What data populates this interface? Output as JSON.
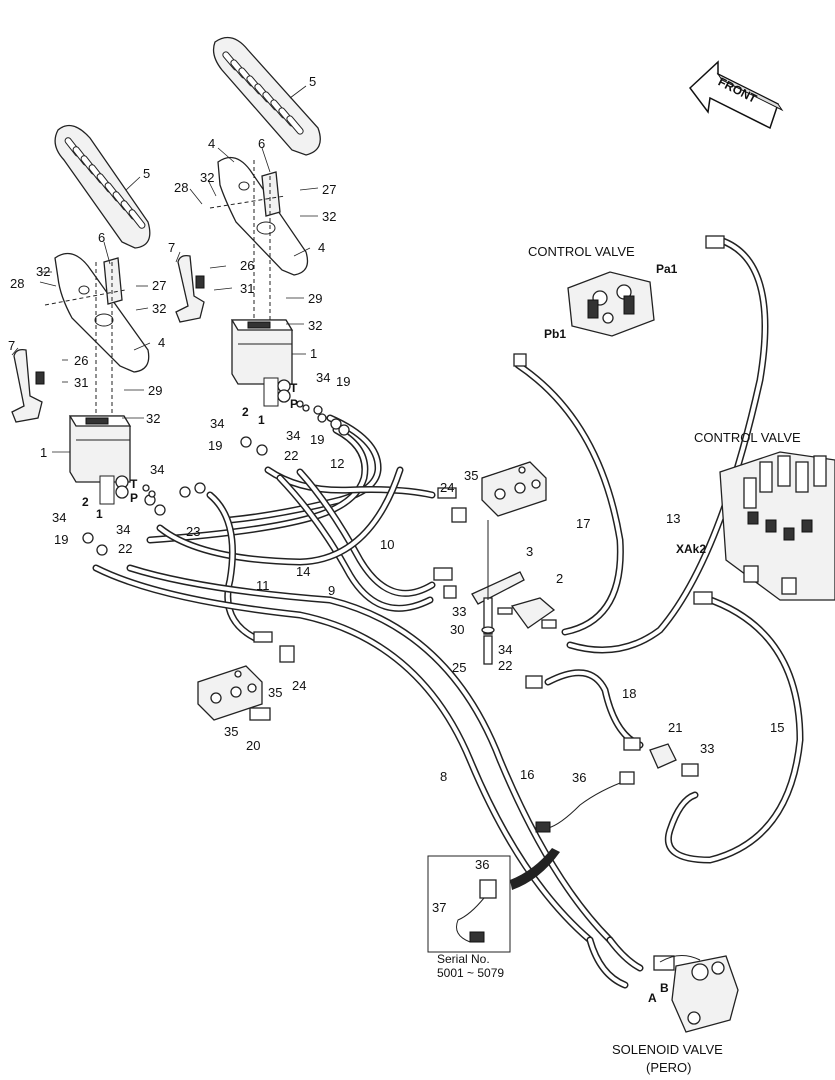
{
  "labels": {
    "front": "FRONT",
    "control_valve_1": "CONTROL VALVE",
    "control_valve_2": "CONTROL VALVE",
    "solenoid_valve_l1": "SOLENOID VALVE",
    "solenoid_valve_l2": "(PERO)",
    "port_pa1": "Pa1",
    "port_pb1": "Pb1",
    "port_xak2": "XAk2",
    "port_a": "A",
    "port_b": "B",
    "port_t_1": "T",
    "port_p_1": "P",
    "port_t_2": "T",
    "port_p_2": "P",
    "serial_label": "Serial No.",
    "serial_range": "5001 ~ 5079"
  },
  "callouts": [
    {
      "id": "c-5a",
      "num": "5"
    },
    {
      "id": "c-5b",
      "num": "5"
    },
    {
      "id": "c-4a",
      "num": "4"
    },
    {
      "id": "c-4b",
      "num": "4"
    },
    {
      "id": "c-4c",
      "num": "4"
    },
    {
      "id": "c-6a",
      "num": "6"
    },
    {
      "id": "c-6b",
      "num": "6"
    },
    {
      "id": "c-28a",
      "num": "28"
    },
    {
      "id": "c-28b",
      "num": "28"
    },
    {
      "id": "c-32a",
      "num": "32"
    },
    {
      "id": "c-32b",
      "num": "32"
    },
    {
      "id": "c-32c",
      "num": "32"
    },
    {
      "id": "c-32d",
      "num": "32"
    },
    {
      "id": "c-32e",
      "num": "32"
    },
    {
      "id": "c-32f",
      "num": "32"
    },
    {
      "id": "c-27a",
      "num": "27"
    },
    {
      "id": "c-27b",
      "num": "27"
    },
    {
      "id": "c-7a",
      "num": "7"
    },
    {
      "id": "c-7b",
      "num": "7"
    },
    {
      "id": "c-26a",
      "num": "26"
    },
    {
      "id": "c-26b",
      "num": "26"
    },
    {
      "id": "c-31a",
      "num": "31"
    },
    {
      "id": "c-31b",
      "num": "31"
    },
    {
      "id": "c-29a",
      "num": "29"
    },
    {
      "id": "c-29b",
      "num": "29"
    },
    {
      "id": "c-1a",
      "num": "1"
    },
    {
      "id": "c-1b",
      "num": "1"
    },
    {
      "id": "c-1c",
      "num": "1"
    },
    {
      "id": "c-1d",
      "num": "1"
    },
    {
      "id": "c-2a",
      "num": "2"
    },
    {
      "id": "c-2b",
      "num": "2"
    },
    {
      "id": "c-2c",
      "num": "2"
    },
    {
      "id": "c-34a",
      "num": "34"
    },
    {
      "id": "c-34b",
      "num": "34"
    },
    {
      "id": "c-34c",
      "num": "34"
    },
    {
      "id": "c-34d",
      "num": "34"
    },
    {
      "id": "c-34e",
      "num": "34"
    },
    {
      "id": "c-34f",
      "num": "34"
    },
    {
      "id": "c-34g",
      "num": "34"
    },
    {
      "id": "c-19a",
      "num": "19"
    },
    {
      "id": "c-19b",
      "num": "19"
    },
    {
      "id": "c-19c",
      "num": "19"
    },
    {
      "id": "c-19d",
      "num": "19"
    },
    {
      "id": "c-22a",
      "num": "22"
    },
    {
      "id": "c-22b",
      "num": "22"
    },
    {
      "id": "c-22c",
      "num": "22"
    },
    {
      "id": "c-23",
      "num": "23"
    },
    {
      "id": "c-12",
      "num": "12"
    },
    {
      "id": "c-10",
      "num": "10"
    },
    {
      "id": "c-9",
      "num": "9"
    },
    {
      "id": "c-14",
      "num": "14"
    },
    {
      "id": "c-11",
      "num": "11"
    },
    {
      "id": "c-35a",
      "num": "35"
    },
    {
      "id": "c-35b",
      "num": "35"
    },
    {
      "id": "c-35c",
      "num": "35"
    },
    {
      "id": "c-24a",
      "num": "24"
    },
    {
      "id": "c-24b",
      "num": "24"
    },
    {
      "id": "c-3",
      "num": "3"
    },
    {
      "id": "c-33a",
      "num": "33"
    },
    {
      "id": "c-33b",
      "num": "33"
    },
    {
      "id": "c-30",
      "num": "30"
    },
    {
      "id": "c-25",
      "num": "25"
    },
    {
      "id": "c-17",
      "num": "17"
    },
    {
      "id": "c-13",
      "num": "13"
    },
    {
      "id": "c-18",
      "num": "18"
    },
    {
      "id": "c-21",
      "num": "21"
    },
    {
      "id": "c-15",
      "num": "15"
    },
    {
      "id": "c-20",
      "num": "20"
    },
    {
      "id": "c-8",
      "num": "8"
    },
    {
      "id": "c-16",
      "num": "16"
    },
    {
      "id": "c-36a",
      "num": "36"
    },
    {
      "id": "c-36b",
      "num": "36"
    },
    {
      "id": "c-37",
      "num": "37"
    }
  ]
}
